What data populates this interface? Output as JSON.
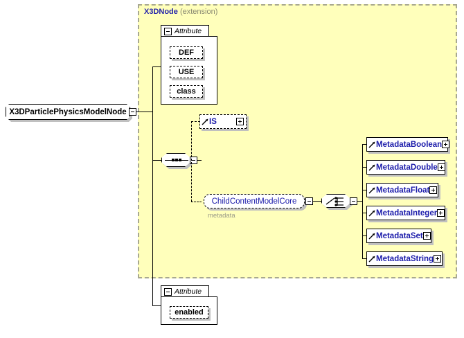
{
  "diagram": {
    "type": "xml-schema-diagram",
    "title": "X3DParticlePhysicsModelNode",
    "root_element": {
      "label": "X3DParticlePhysicsModelNode",
      "toggle": "minus"
    },
    "extension_region": {
      "base_type": "X3DNode",
      "kind": "(extension)",
      "fill_color": "#ffffbb",
      "border_color": "#a8a890"
    },
    "attribute_groups": [
      {
        "id": "attr-group-top",
        "label": "Attribute",
        "toggle": "minus",
        "attributes": [
          "DEF",
          "USE",
          "class"
        ]
      },
      {
        "id": "attr-group-bottom",
        "label": "Attribute",
        "toggle": "minus",
        "attributes": [
          "enabled"
        ]
      }
    ],
    "compositors": [
      {
        "id": "sequence-compositor",
        "kind": "sequence",
        "toggle": "minus"
      },
      {
        "id": "choice-compositor",
        "kind": "choice",
        "toggle": "minus"
      }
    ],
    "content_children": [
      {
        "label": "IS",
        "toggle": "plus",
        "style": "dashed"
      }
    ],
    "group_reference": {
      "label": "ChildContentModelCore",
      "caption": "metadata",
      "toggle": "minus"
    },
    "metadata_elements": [
      {
        "label": "MetadataBoolean",
        "toggle": "plus"
      },
      {
        "label": "MetadataDouble",
        "toggle": "plus"
      },
      {
        "label": "MetadataFloat",
        "toggle": "plus"
      },
      {
        "label": "MetadataInteger",
        "toggle": "plus"
      },
      {
        "label": "MetadataSet",
        "toggle": "plus"
      },
      {
        "label": "MetadataString",
        "toggle": "plus"
      }
    ],
    "colors": {
      "element_text": "#1a1aaa",
      "extension_text": "#2222aa",
      "caption_text": "#999988",
      "shadow": "#c0c0c0"
    }
  }
}
